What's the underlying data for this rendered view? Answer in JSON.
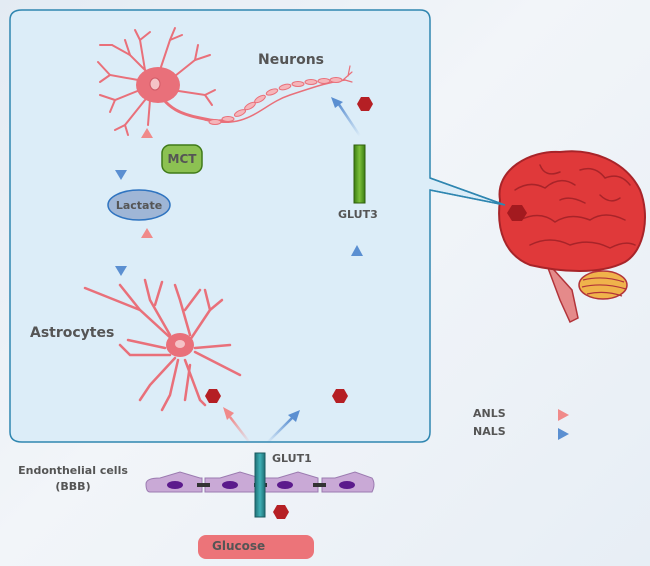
{
  "diagram": {
    "title": "Astrocyte-neuron lactate shuttle vs neuron-astrocyte lactate shuttle",
    "labels": {
      "neurons": "Neurons",
      "astrocytes": "Astrocytes",
      "lactate": "Lactate",
      "mct": "MCT",
      "glut3": "GLUT3",
      "glut1": "GLUT1",
      "endothelial_line1": "Endonthelial cells",
      "endothelial_line2": "(BBB)",
      "glucose": "Glucose"
    },
    "legend": [
      {
        "label": "ANLS",
        "color": "#f08a8a"
      },
      {
        "label": "NALS",
        "color": "#5b8fd1"
      }
    ],
    "colors": {
      "panel_bg": "#dcedf8",
      "panel_border": "#2f86b0",
      "cell_pink": "#e9707a",
      "glucose_red": "#b51f24",
      "glut3_green": "#4f9a1f",
      "glut1_teal": "#2a8f96",
      "mct_green": "#8cc152",
      "lactate_blue": "#9fb6d6",
      "endothelial_purple": "#c9a9d6",
      "nucleus_purple": "#5b1a8c",
      "brain_red": "#e0393a",
      "glucose_pill": "#ec7479"
    }
  }
}
